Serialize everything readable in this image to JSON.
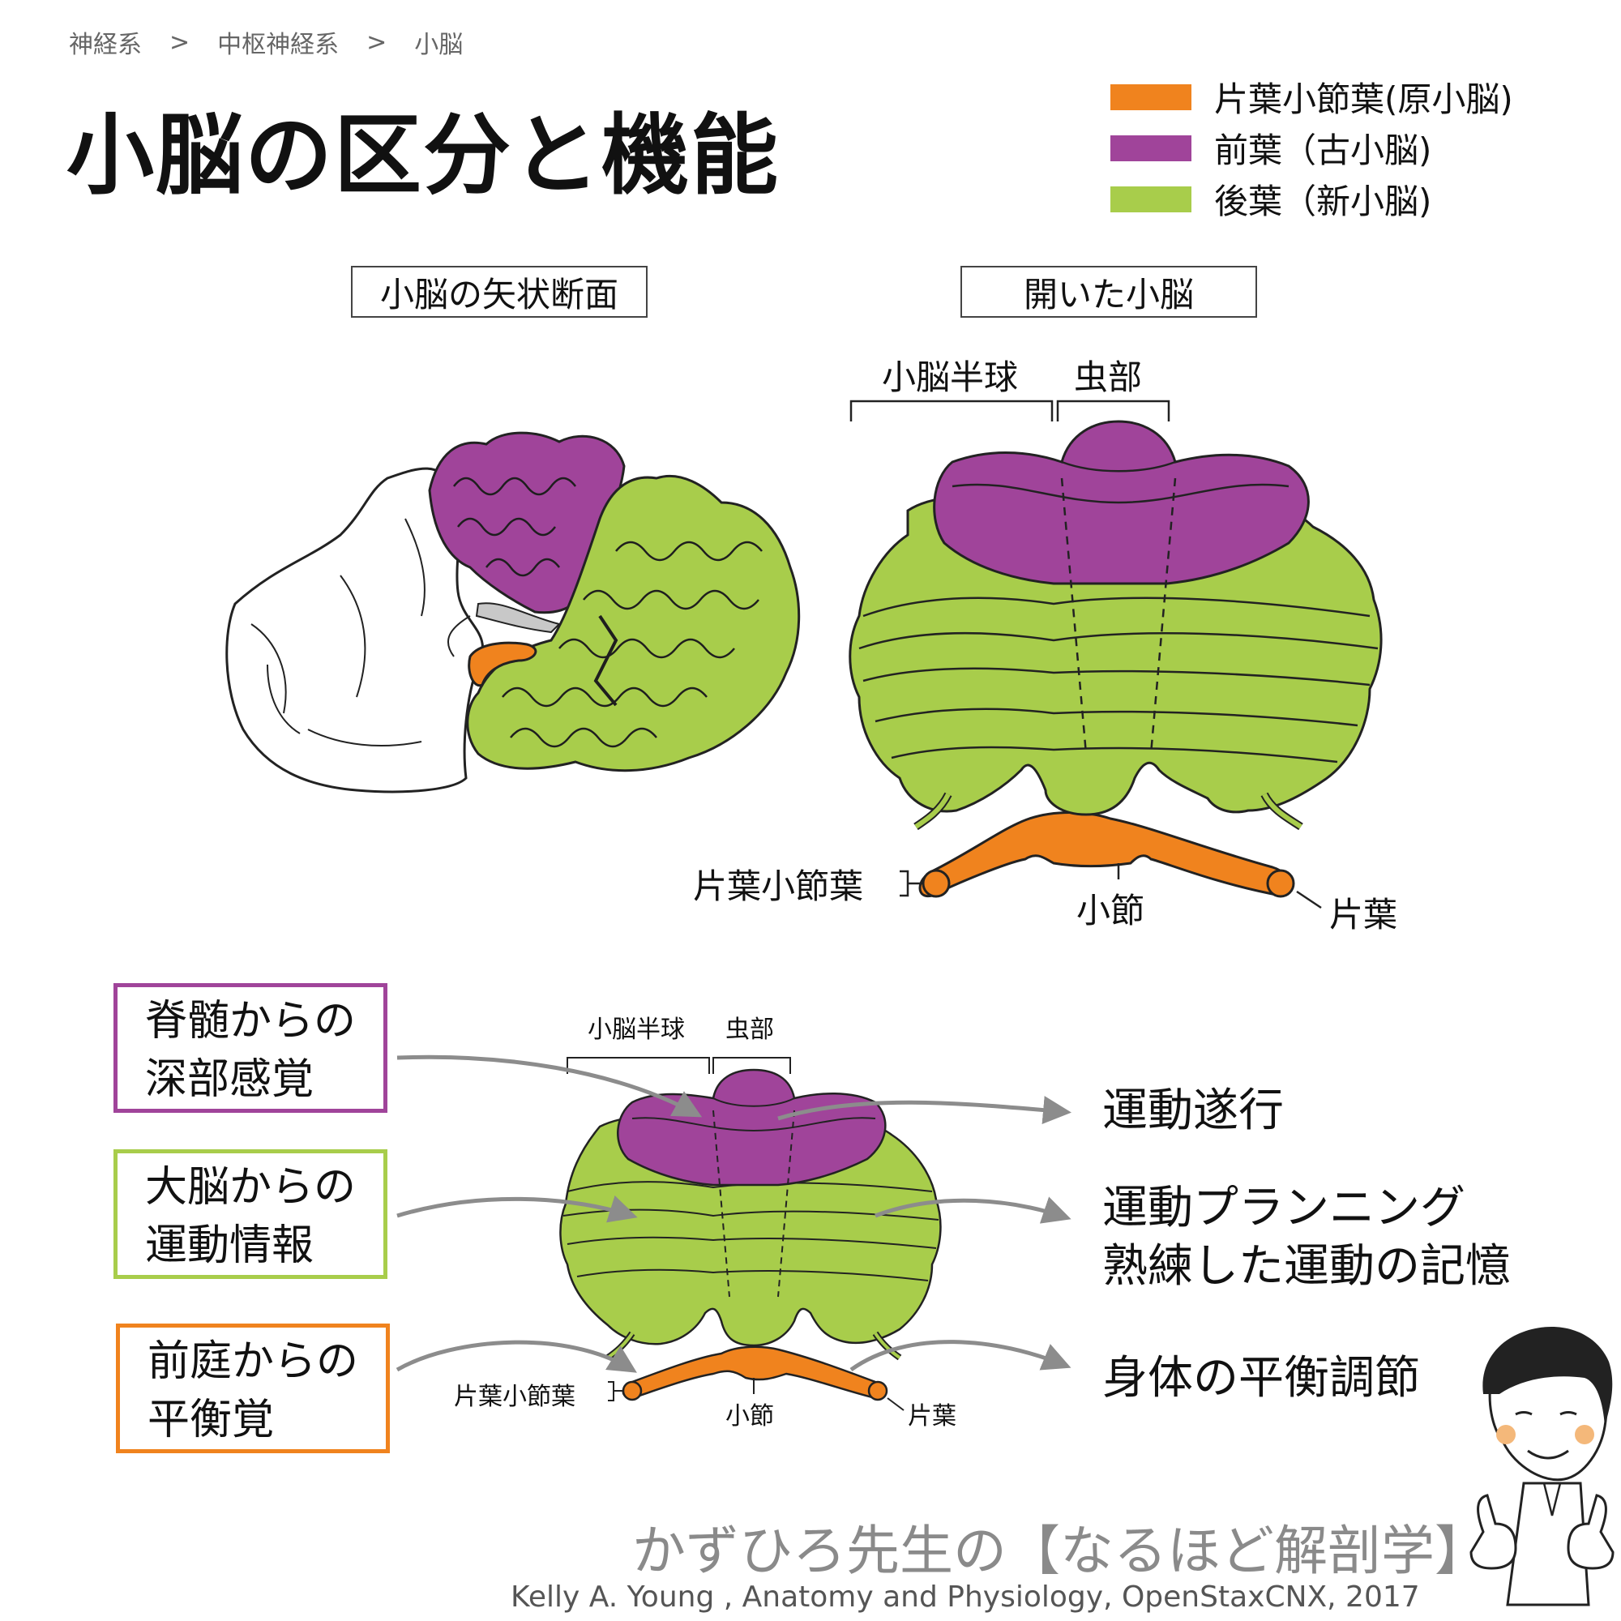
{
  "breadcrumb": [
    "神経系",
    "中枢神経系",
    "小脳"
  ],
  "breadcrumb_sep": ">",
  "title": "小脳の区分と機能",
  "legend": [
    {
      "label": "片葉小節葉(原小脳)",
      "color": "#f0831e"
    },
    {
      "label": "前葉（古小脳)",
      "color": "#a0449a"
    },
    {
      "label": "後葉（新小脳)",
      "color": "#a8cd4b"
    }
  ],
  "panels": {
    "sagittal_title": "小脳の矢状断面",
    "opened_title": "開いた小脳"
  },
  "top_labels": {
    "hemisphere": "小脳半球",
    "vermis": "虫部",
    "flocculonodular": "片葉小節葉",
    "nodulus": "小節",
    "flocculus": "片葉"
  },
  "inputs": [
    {
      "line1": "脊髄からの",
      "line2": "深部感覚",
      "color": "#a0449a"
    },
    {
      "line1": "大脳からの",
      "line2": "運動情報",
      "color": "#a8cd4b"
    },
    {
      "line1": "前庭からの",
      "line2": "平衡覚",
      "color": "#f0831e"
    }
  ],
  "outputs": [
    {
      "line1": "運動遂行"
    },
    {
      "line1": "運動プランニング",
      "line2": "熟練した運動の記憶"
    },
    {
      "line1": "身体の平衡調節"
    }
  ],
  "credit": {
    "series": "かずひろ先生の【なるほど解剖学】",
    "source": "Kelly A. Young , Anatomy and Physiology, OpenStaxCNX, 2017"
  },
  "colors": {
    "orange": "#f0831e",
    "purple": "#a0449a",
    "green": "#a8cd4b",
    "arrow": "#8c8c8c"
  }
}
